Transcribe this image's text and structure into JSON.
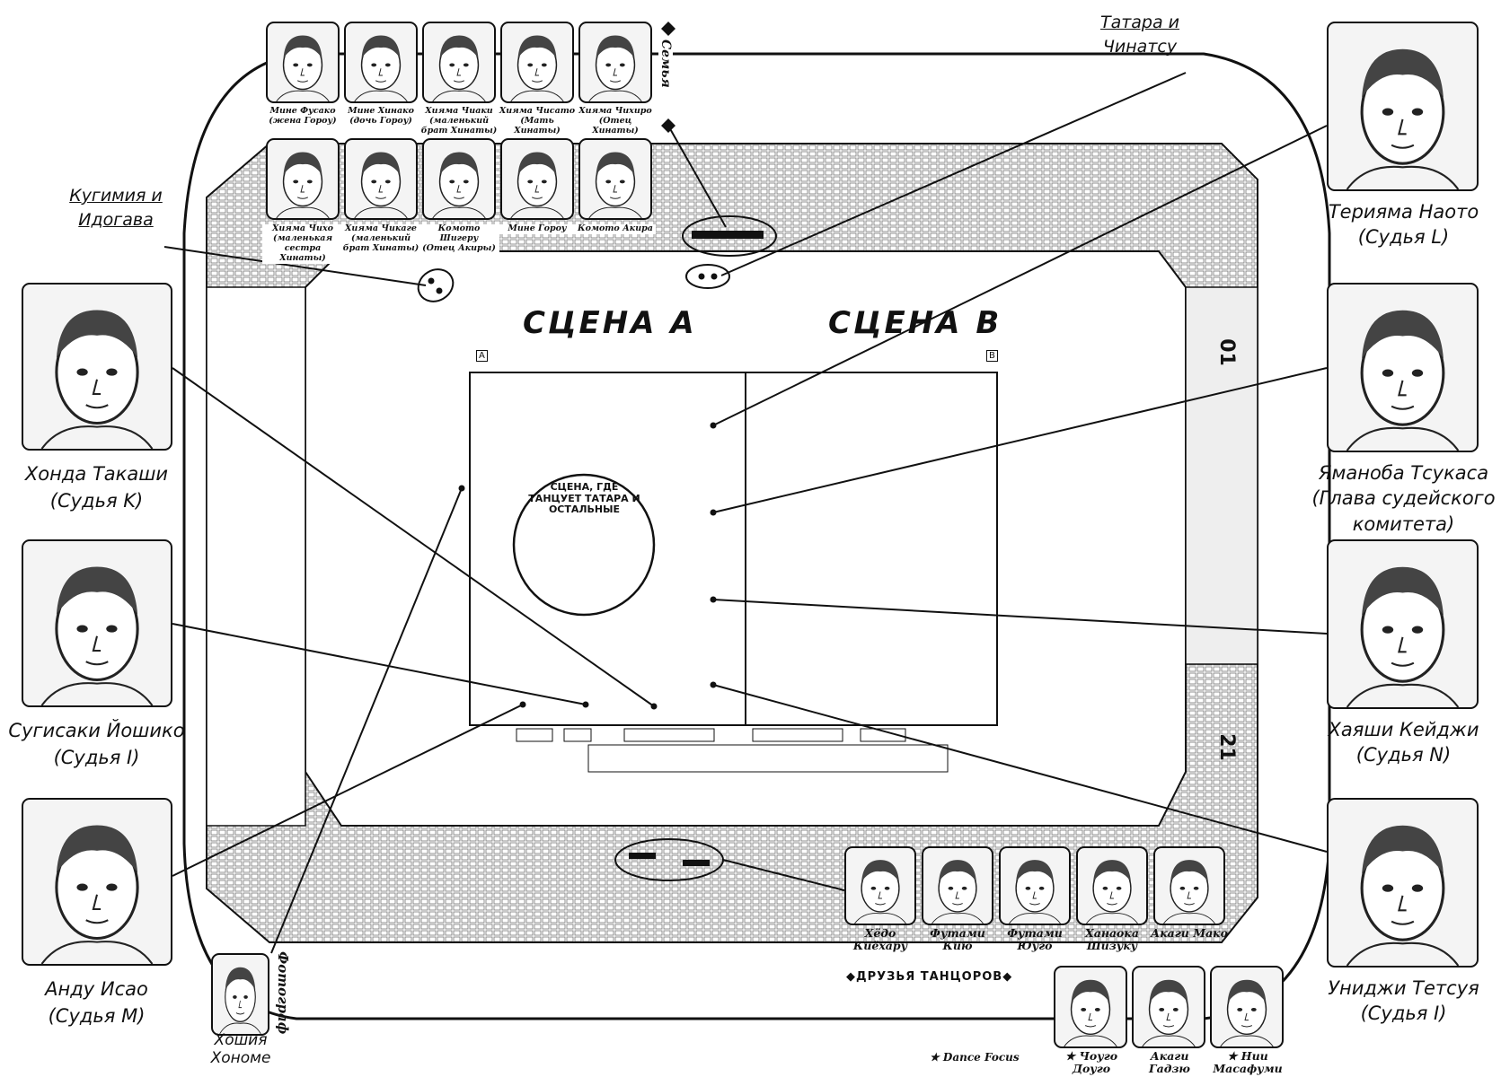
{
  "stages": {
    "a": "СЦЕНА А",
    "b": "СЦЕНА В",
    "a_marker": "A",
    "b_marker": "B"
  },
  "center_note": "СЦЕНА, ГДЕ ТАНЦУЕТ ТАТАРА И ОСТАЛЬНЫЕ",
  "section_numbers": {
    "upper": "01",
    "lower": "21"
  },
  "family": {
    "label": "Семья",
    "row1": [
      {
        "name": "Мине Фусако",
        "note": "(жена Гороу)"
      },
      {
        "name": "Мине Хинако",
        "note": "(дочь Гороу)"
      },
      {
        "name": "Хияма Чиаки",
        "note": "(маленький брат Хинаты)"
      },
      {
        "name": "Хияма Чисато",
        "note": "(Мать Хинаты)"
      },
      {
        "name": "Хияма Чихиро",
        "note": "(Отец Хинаты)"
      }
    ],
    "row2": [
      {
        "name": "Хияма Чихо",
        "note": "(маленькая сестра Хинаты)"
      },
      {
        "name": "Хияма Чикаге",
        "note": "(маленький брат Хинаты)"
      },
      {
        "name": "Комото Шигеру",
        "note": "(Отец Акиры)"
      },
      {
        "name": "Мине Гороу",
        "note": ""
      },
      {
        "name": "Комото Акира",
        "note": ""
      }
    ]
  },
  "callouts": {
    "tatara": "Татара и Чинатсу",
    "kugimiya": "Кугимия и Идогава"
  },
  "judges_left": [
    {
      "name": "Хонда Такаши",
      "role": "(Судья K)"
    },
    {
      "name": "Сугисаки Йошико",
      "role": "(Судья I)"
    },
    {
      "name": "Анду Исао",
      "role": "(Судья M)"
    }
  ],
  "judges_right": [
    {
      "name": "Терияма Наото",
      "role": "(Судья L)"
    },
    {
      "name": "Яманоба Тсукаса",
      "role": "(Глава судейского комитета)"
    },
    {
      "name": "Хаяши Кейджи",
      "role": "(Судья N)"
    },
    {
      "name": "Униджи Тетсуя",
      "role": "(Судья I)"
    }
  ],
  "photographer": {
    "name": "Хошия Хономе",
    "role": "Фотограф"
  },
  "friends": {
    "label": "ДРУЗЬЯ ТАНЦОРОВ",
    "row1": [
      "Хёдо Киёхару",
      "Футами Кию",
      "Футами Юуго",
      "Ханаока Шизуку",
      "Акаги Мако"
    ],
    "row2": [
      "★ Чоуго Доуго",
      "Акаги Гадзю",
      "★ Нии Масафуми"
    ]
  },
  "legend": "★ Dance Focus",
  "colors": {
    "ink": "#111111",
    "paper": "#ffffff",
    "seat": "#cfcfcf"
  }
}
